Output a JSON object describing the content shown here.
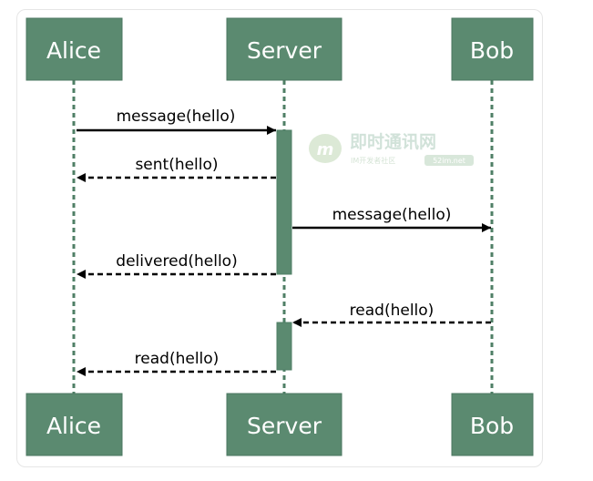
{
  "participants": {
    "alice": "Alice",
    "server": "Server",
    "bob": "Bob"
  },
  "messages": [
    {
      "label": "message(hello)"
    },
    {
      "label": "sent(hello)"
    },
    {
      "label": "message(hello)"
    },
    {
      "label": "delivered(hello)"
    },
    {
      "label": "read(hello)"
    },
    {
      "label": "read(hello)"
    }
  ],
  "watermark": {
    "brand": "即时通讯网",
    "tagline": "IM开发者社区",
    "domain": "52im.net"
  },
  "colors": {
    "box_fill": "#5b8a70",
    "box_text": "#ffffff",
    "lifeline": "#4f7f66",
    "activation": "#5b8a70",
    "arrow": "#000000",
    "watermark": "#c8dcc9"
  }
}
